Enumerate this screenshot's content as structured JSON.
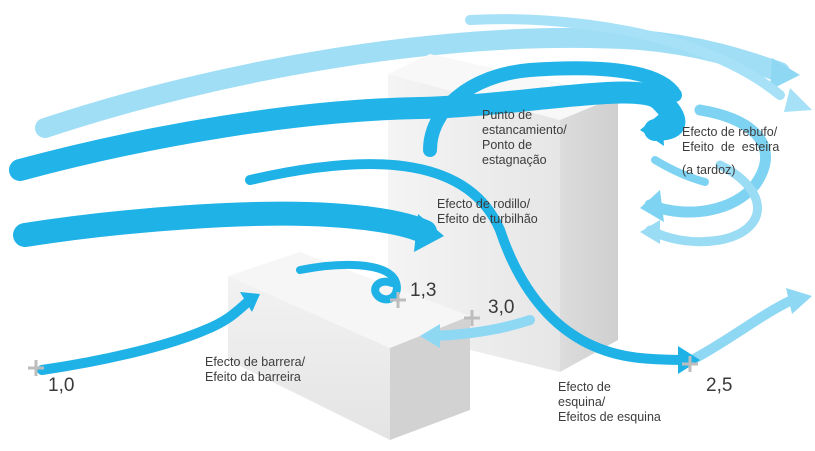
{
  "labels": {
    "stagnation": [
      "Punto de",
      "estancamiento/",
      "Ponto de",
      "estagnação"
    ],
    "roller": [
      "Efecto de rodillo/",
      "Efeito de turbilhão"
    ],
    "wake": [
      "Efecto de rebufo/",
      "Efeito  de  esteira",
      "(a tardoz)"
    ],
    "barrier": [
      "Efecto de barrera/",
      "Efeito da barreira"
    ],
    "corner": [
      "Efecto de",
      "esquina/",
      "Efeitos de esquina"
    ]
  },
  "values": {
    "left": "1,0",
    "middle": "1,3",
    "rear_gap": "3,0",
    "right": "2,5"
  },
  "colors": {
    "flow_dark": "#1fb2e6",
    "flow_light": "#7fd3f2",
    "block_face": "#efefef",
    "block_side": "#d9d9d9",
    "block_top": "#f7f7f7",
    "marker": "#bdbdbd"
  }
}
